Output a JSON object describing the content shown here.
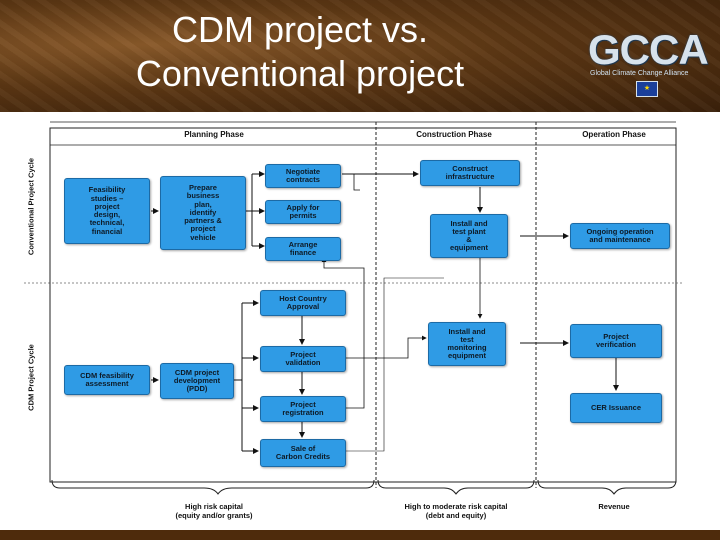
{
  "slide": {
    "title_line1": "CDM project vs.",
    "title_line2": "Conventional project",
    "logo": {
      "text": "GCCA",
      "subtitle": "Global Climate Change Alliance",
      "flag": "★"
    }
  },
  "diagram": {
    "phases": [
      "Planning Phase",
      "Construction Phase",
      "Operation Phase"
    ],
    "cycles": [
      "Conventional Project Cycle",
      "CDM Project Cycle"
    ],
    "conventional": {
      "feasibility": "Feasibility\nstudies –\nproject\ndesign,\ntechnical,\nfinancial",
      "prepare": "Prepare\nbusiness\nplan,\nidentify\npartners &\nproject\nvehicle",
      "negotiate": "Negotiate\ncontracts",
      "permits": "Apply for\npermits",
      "finance": "Arrange\nfinance",
      "construct": "Construct\ninfrastructure",
      "install": "Install and\ntest plant\n&\nequipment",
      "ongoing": "Ongoing operation\nand maintenance"
    },
    "cdm": {
      "feasibility": "CDM feasibility\nassessment",
      "pdd": "CDM project\ndevelopment\n(PDD)",
      "host": "Host Country\nApproval",
      "validation": "Project\nvalidation",
      "registration": "Project\nregistration",
      "sale": "Sale of\nCarbon Credits",
      "monitoring": "Install and\ntest\nmonitoring\nequipment",
      "verification": "Project\nverification",
      "cer": "CER Issuance"
    },
    "capital": {
      "high": "High risk capital\n(equity and/or grants)",
      "moderate": "High to moderate risk capital\n(debt and equity)",
      "revenue": "Revenue"
    }
  }
}
